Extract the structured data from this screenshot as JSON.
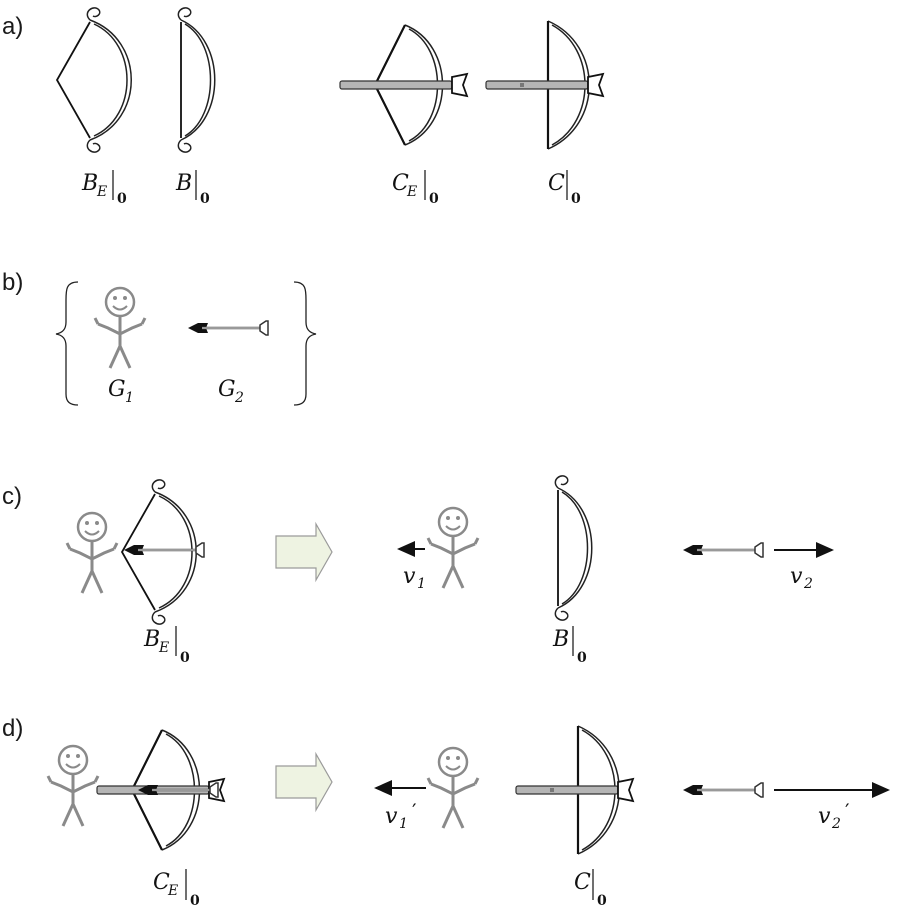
{
  "panels": {
    "a": {
      "label": "a)",
      "bow_strung": {
        "main": "B",
        "sub": "E",
        "eval": "0"
      },
      "bow_relaxed": {
        "main": "B",
        "sub": "",
        "eval": "0"
      },
      "crossbow_strung": {
        "main": "C",
        "sub": "E",
        "eval": "0"
      },
      "crossbow_relaxed": {
        "main": "C",
        "sub": "",
        "eval": "0"
      }
    },
    "b": {
      "label": "b)",
      "person": {
        "main": "G",
        "sub": "1"
      },
      "arrow": {
        "main": "G",
        "sub": "2"
      }
    },
    "c": {
      "label": "c)",
      "bow_strung": {
        "main": "B",
        "sub": "E",
        "eval": "0"
      },
      "bow_relaxed": {
        "main": "B",
        "sub": "",
        "eval": "0"
      },
      "person_velocity": {
        "main": "v",
        "sub": "1",
        "prime": ""
      },
      "arrow_velocity": {
        "main": "v",
        "sub": "2",
        "prime": ""
      }
    },
    "d": {
      "label": "d)",
      "crossbow_strung": {
        "main": "C",
        "sub": "E",
        "eval": "0"
      },
      "crossbow_relaxed": {
        "main": "C",
        "sub": "",
        "eval": "0"
      },
      "person_velocity": {
        "main": "v",
        "sub": "1",
        "prime": "′"
      },
      "arrow_velocity": {
        "main": "v",
        "sub": "2",
        "prime": "′"
      }
    }
  },
  "colors": {
    "ink": "#111111",
    "figure": "#8a8a8a",
    "arrow_fill": "#eef3e2",
    "arrow_stroke": "#9a9a9a",
    "stock": "#b5b5b5"
  }
}
